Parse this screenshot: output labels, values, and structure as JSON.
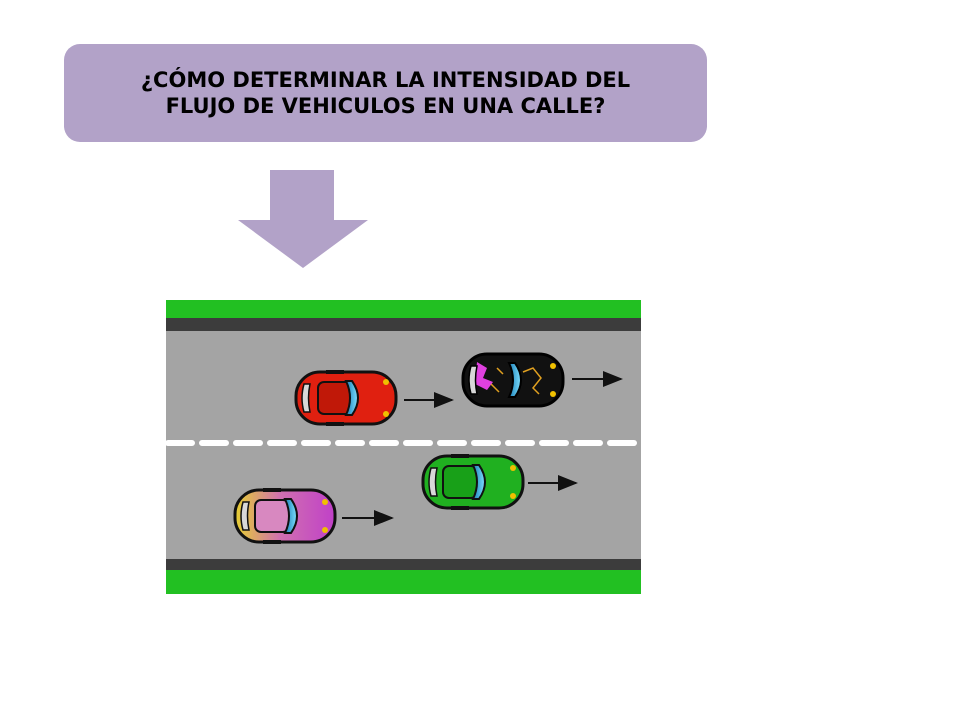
{
  "slide": {
    "question": "¿CÓMO DETERMINAR LA INTENSIDAD DEL FLUJO DE VEHICULOS EN UNA CALLE?"
  },
  "colors": {
    "box_fill": "#b2a2c8",
    "arrow_fill": "#b2a2c8",
    "grass": "#22c022",
    "curb": "#3c3c3c",
    "asphalt": "#a4a4a4",
    "lane_marking": "#ffffff"
  },
  "road": {
    "lanes": 2,
    "vehicles": [
      {
        "name": "red-car",
        "color": "#e02010",
        "direction": "right",
        "lane": "upper"
      },
      {
        "name": "black-car",
        "color": "#111111",
        "direction": "right",
        "lane": "upper"
      },
      {
        "name": "pink-car",
        "color": "#d060c8",
        "direction": "right",
        "lane": "lower"
      },
      {
        "name": "green-car",
        "color": "#20b020",
        "direction": "right",
        "lane": "lower"
      }
    ]
  }
}
